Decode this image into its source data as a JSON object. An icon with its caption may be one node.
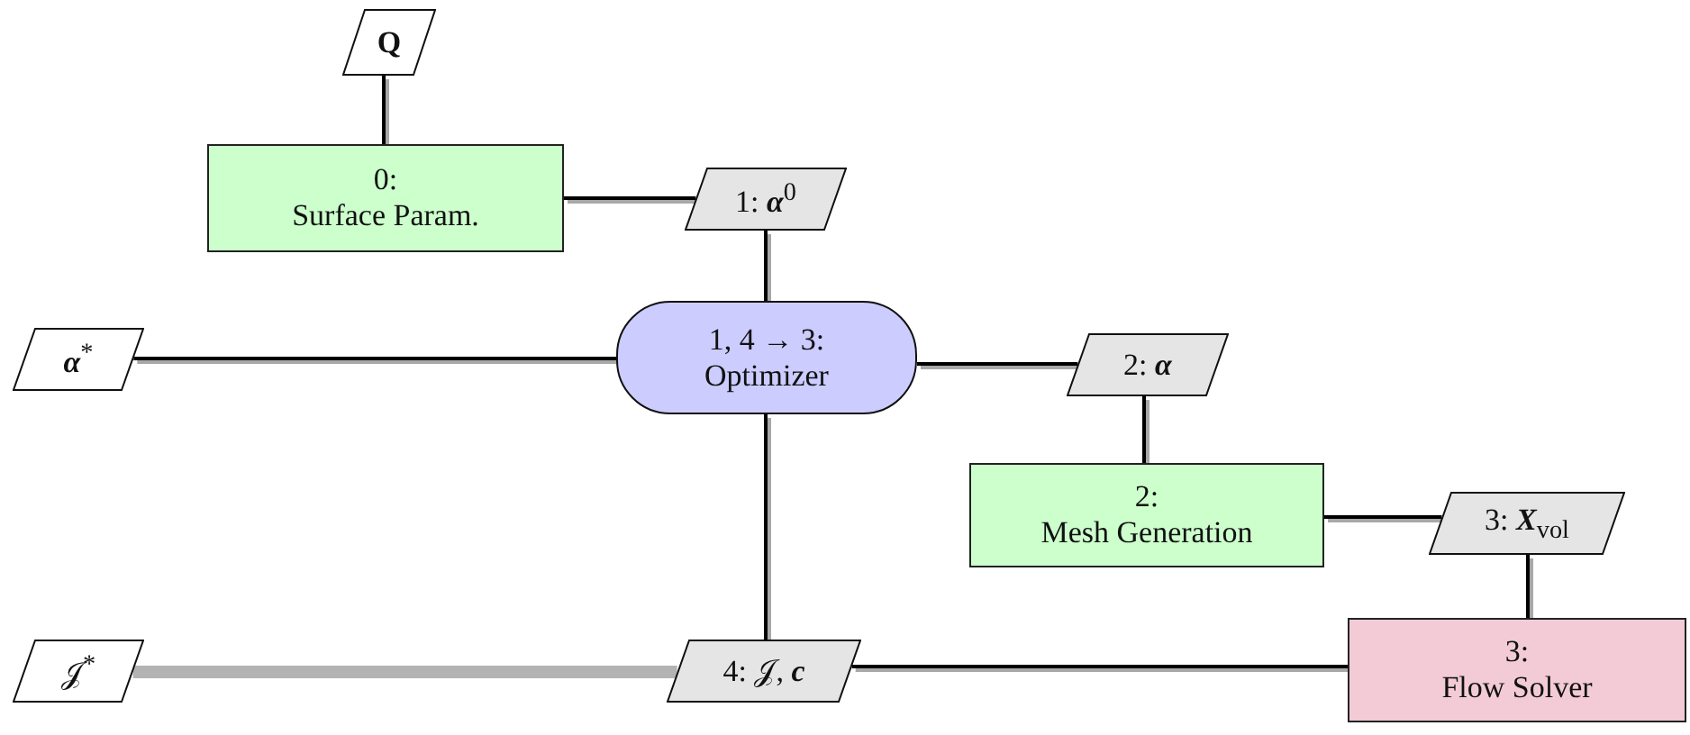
{
  "diagram": {
    "nodes": [
      {
        "text": [
          "Q"
        ]
      },
      {
        "text": [
          "0:",
          "Surface Param."
        ]
      },
      {
        "text": [
          "1: **α**$^{0}$"
        ]
      },
      {
        "text": [
          "**α**$^{*}$"
        ]
      },
      {
        "text": [
          "1, 4 → 3:",
          "Optimizer"
        ]
      },
      {
        "text": [
          "2: **α**"
        ]
      },
      {
        "text": [
          "2:",
          "Mesh Generation"
        ]
      },
      {
        "text": [
          "3: **X**$_{vol}$"
        ]
      },
      {
        "text": [
          "𝒥$^{*}$"
        ]
      },
      {
        "text": [
          "4: 𝒥, **c**"
        ]
      },
      {
        "text": [
          "3:",
          "Flow Solver"
        ]
      }
    ],
    "edges": [
      {
        "from": 0,
        "to": 1,
        "arrow": "none"
      },
      {
        "from": 1,
        "to": 2,
        "arrow": "none"
      },
      {
        "from": 2,
        "to": 4,
        "arrow": "none"
      },
      {
        "from": 4,
        "to": 3,
        "arrow": "none"
      },
      {
        "from": 4,
        "to": 5,
        "arrow": "none"
      },
      {
        "from": 5,
        "to": 6,
        "arrow": "none"
      },
      {
        "from": 6,
        "to": 7,
        "arrow": "none"
      },
      {
        "from": 7,
        "to": 10,
        "arrow": "none"
      },
      {
        "from": 4,
        "to": 9,
        "arrow": "none"
      },
      {
        "from": 10,
        "to": 9,
        "arrow": "none"
      },
      {
        "from": 9,
        "to": 8,
        "arrow": "none",
        "style": "thick",
        "color": "#b3b3b3"
      }
    ]
  }
}
